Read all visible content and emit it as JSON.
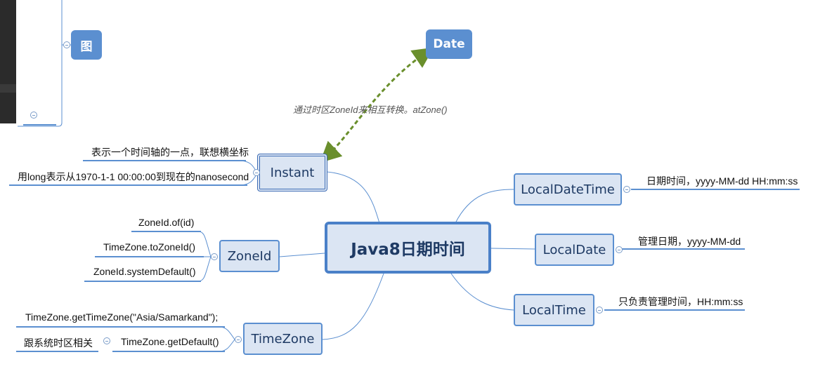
{
  "colors": {
    "node_fill": "#dbe5f3",
    "node_border": "#5b8fd0",
    "top_node_fill": "#5b8fd0",
    "connector": "#5b8fd0",
    "relation_arrow": "#6a8f2c"
  },
  "central": {
    "label": "Java8日期时间"
  },
  "top_nodes": {
    "image_node": "图",
    "date_node": "Date"
  },
  "relation_note": "通过时区ZoneId来相互转换。atZone()",
  "branches": {
    "instant": {
      "label": "Instant",
      "leaves": [
        "表示一个时间轴的一点，联想横坐标",
        "用long表示从1970-1-1 00:00:00到现在的nanosecond"
      ]
    },
    "zoneid": {
      "label": "ZoneId",
      "leaves": [
        "ZoneId.of(id)",
        "TimeZone.toZoneId()",
        "ZoneId.systemDefault()"
      ]
    },
    "timezone": {
      "label": "TimeZone",
      "leaves": [
        "TimeZone.getTimeZone(\"Asia/Samarkand\");",
        "TimeZone.getDefault()"
      ],
      "subleaf": "跟系统时区相关"
    },
    "localdatetime": {
      "label": "LocalDateTime",
      "leaf": "日期时间，yyyy-MM-dd HH:mm:ss"
    },
    "localdate": {
      "label": "LocalDate",
      "leaf": "管理日期，yyyy-MM-dd"
    },
    "localtime": {
      "label": "LocalTime",
      "leaf": "只负责管理时间，HH:mm:ss"
    }
  }
}
